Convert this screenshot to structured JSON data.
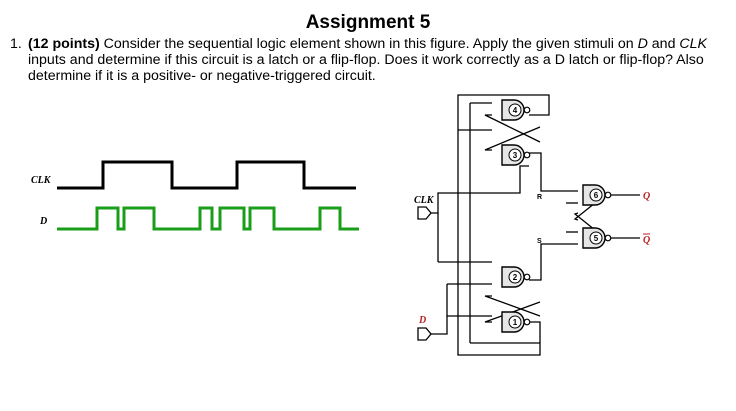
{
  "title": "Assignment 5",
  "question": {
    "number": "1.",
    "points": "(12 points)",
    "text_1": " Consider the sequential logic element shown in this figure. Apply the given stimuli on ",
    "var_d": "D",
    "text_2": " and ",
    "var_clk": "CLK",
    "text_3": " inputs and determine if this circuit is a latch or a flip-flop.  Does it work correctly as a D latch or flip-flop?  Also determine if it is a positive- or negative-triggered circuit."
  },
  "waveforms": {
    "clk_label": "CLK",
    "d_label": "D",
    "clk_color": "#000000",
    "d_color": "#1a9e1a"
  },
  "circuit": {
    "clk_label": "CLK",
    "d_label": "D",
    "gate_labels": [
      "1",
      "2",
      "3",
      "4",
      "5",
      "6"
    ],
    "r_label": "R",
    "s_label": "S",
    "q_label": "Q",
    "qbar_label": "Q",
    "gate_fill": "#e6e6e6"
  }
}
